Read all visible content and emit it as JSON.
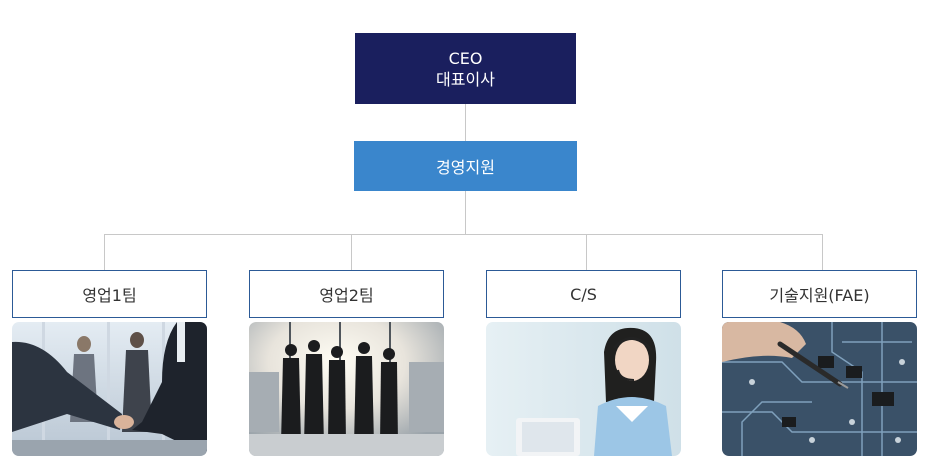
{
  "ceo": {
    "title": "CEO",
    "subtitle": "대표이사"
  },
  "management": {
    "label": "경영지원"
  },
  "teams": [
    {
      "label": "영업1팀",
      "image": "business-handshake-photo"
    },
    {
      "label": "영업2팀",
      "image": "team-silhouettes-photo"
    },
    {
      "label": "C/S",
      "image": "call-center-agent-photo"
    },
    {
      "label": "기술지원(FAE)",
      "image": "circuit-board-soldering-photo"
    }
  ],
  "colors": {
    "ceo": "#1a1f5e",
    "management": "#3a86cc",
    "team_border": "#2c5a96",
    "connector": "#c8c8c8"
  }
}
